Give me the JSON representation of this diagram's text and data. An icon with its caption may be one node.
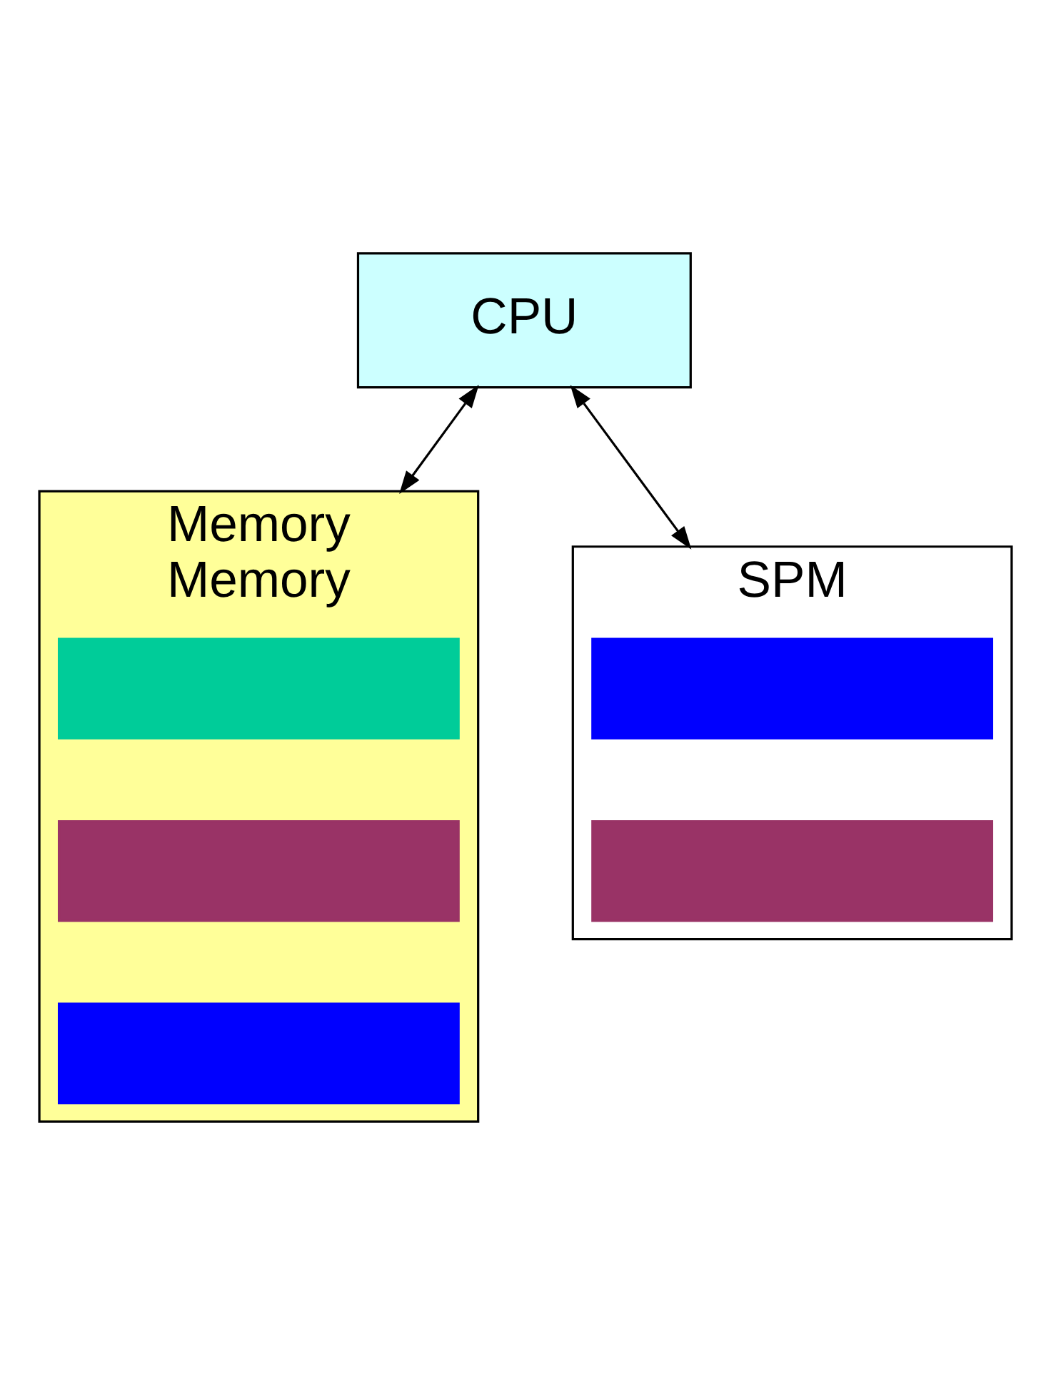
{
  "diagram": {
    "nodes": [
      {
        "text": [
          "CPU"
        ]
      },
      {
        "text": [
          "SPM"
        ]
      },
      {
        "text": [],
        "shape": "bar",
        "in": 1
      },
      {
        "text": [],
        "shape": "bar",
        "in": 1
      },
      {
        "text": [
          "Memory",
          "Memory"
        ]
      },
      {
        "text": [],
        "shape": "bar",
        "in": 4
      },
      {
        "text": [],
        "shape": "bar",
        "in": 4
      },
      {
        "text": [],
        "shape": "bar",
        "in": 4
      }
    ],
    "edges": [
      {
        "from": 0,
        "to": 4,
        "arrow": "both"
      },
      {
        "from": 0,
        "to": 1,
        "arrow": "both"
      }
    ]
  }
}
